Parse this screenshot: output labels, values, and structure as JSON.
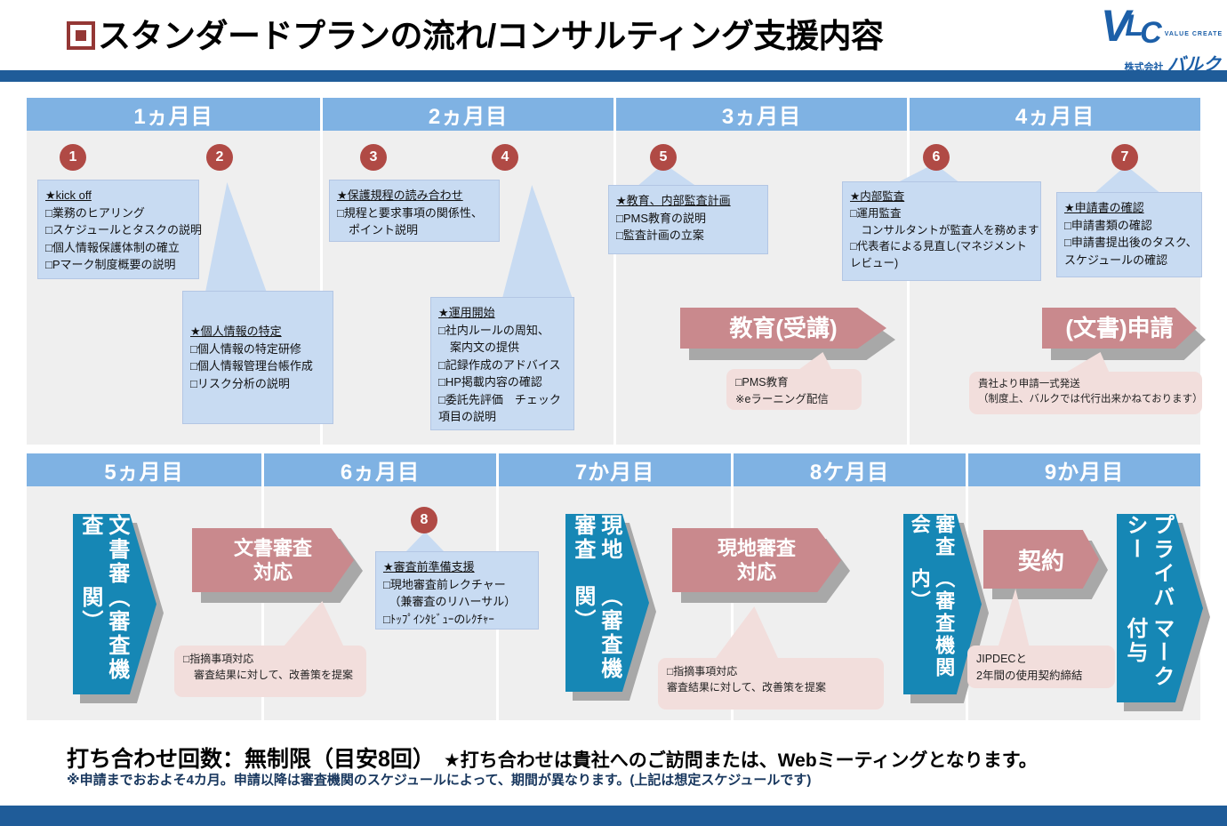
{
  "page": {
    "title": "スタンダードプランの流れ/コンサルティング支援内容",
    "logo": {
      "letter_v": "V",
      "letter_l": "L",
      "letter_c": "C",
      "tagline": "VALUE CREATE",
      "company_prefix": "株式会社",
      "company_name": "バルク"
    }
  },
  "colors": {
    "header_blue": "#7FB2E3",
    "bar_blue": "#1F5C99",
    "panel_gray": "#EFEFEF",
    "box_blue": "#C8DBF2",
    "circle_red": "#B04A45",
    "arrow_pink": "#C9898D",
    "note_pink": "#F2DEDC",
    "stage_teal": "#1687B5"
  },
  "row1": {
    "months": [
      "1ヵ月目",
      "2ヵ月目",
      "3ヵ月目",
      "4ヵ月目"
    ],
    "steps": [
      {
        "num": "1",
        "title": "★kick off",
        "lines": [
          "□業務のヒアリング",
          "□スケジュールとタスクの説明",
          "□個人情報保護体制の確立",
          "□Pマーク制度概要の説明"
        ]
      },
      {
        "num": "2",
        "title": "★個人情報の特定",
        "lines": [
          "□個人情報の特定研修",
          "□個人情報管理台帳作成",
          "□リスク分析の説明"
        ]
      },
      {
        "num": "3",
        "title": "★保護規程の読み合わせ",
        "lines": [
          "□規程と要求事項の関係性、",
          "　ポイント説明"
        ]
      },
      {
        "num": "4",
        "title": "★運用開始",
        "lines": [
          "□社内ルールの周知、",
          "　案内文の提供",
          "□記録作成のアドバイス",
          "□HP掲載内容の確認",
          "□委託先評価　チェック",
          "項目の説明"
        ]
      },
      {
        "num": "5",
        "title": "★教育、内部監査計画",
        "lines": [
          "□PMS教育の説明",
          "□監査計画の立案"
        ]
      },
      {
        "num": "6",
        "title": "★内部監査",
        "lines": [
          "□運用監査",
          "　コンサルタントが監査人を務めます",
          "□代表者による見直し(マネジメント",
          "レビュー)"
        ]
      },
      {
        "num": "7",
        "title": "★申請書の確認",
        "lines": [
          "□申請書類の確認",
          "□申請書提出後のタスク、",
          "スケジュールの確認"
        ]
      }
    ],
    "edu_arrow": {
      "label": "教育(受講)",
      "note_lines": [
        "□PMS教育",
        "※eラーニング配信"
      ]
    },
    "apply_arrow": {
      "label": "(文書)申請",
      "note_lines": [
        "貴社より申請一式発送",
        "（制度上、バルクでは代行出来かねております）"
      ]
    }
  },
  "row2": {
    "months": [
      "5ヵ月目",
      "6ヵ月目",
      "7か月目",
      "8ケ月目",
      "9か月目"
    ],
    "step8": {
      "num": "8",
      "title": "★審査前準備支援",
      "lines": [
        "□現地審査前レクチャー",
        "　（兼審査のリハーサル）",
        "□ﾄｯﾌﾟｲﾝﾀﾋﾞｭｰのﾚｸﾁｬｰ"
      ]
    },
    "stages": [
      {
        "line1": "文書審査",
        "line2": "（審査機関）"
      },
      {
        "line1": "現地審査",
        "line2": "（審査機関）"
      },
      {
        "line1": "審査会",
        "line2": "（審査機関内）"
      },
      {
        "line1": "プライバシー",
        "line2": "マーク付与"
      }
    ],
    "responses": [
      {
        "line1": "文書審査",
        "line2": "対応",
        "note_lines": [
          "□指摘事項対応",
          "　審査結果に対して、改善策を提案"
        ]
      },
      {
        "line1": "現地審査",
        "line2": "対応",
        "note_lines": [
          "□指摘事項対応",
          "審査結果に対して、改善策を提案"
        ]
      },
      {
        "line1": "契約",
        "line2": "",
        "note_lines": [
          "JIPDECと",
          "2年間の使用契約締結"
        ]
      }
    ]
  },
  "footer": {
    "main": "打ち合わせ回数：無制限（目安8回）",
    "sub": "★打ち合わせは貴社へのご訪問または、Webミーティングとなります。",
    "note": "※申請までおおよそ4カ月。申請以降は審査機関のスケジュールによって、期間が異なります。(上記は想定スケジュールです)"
  }
}
